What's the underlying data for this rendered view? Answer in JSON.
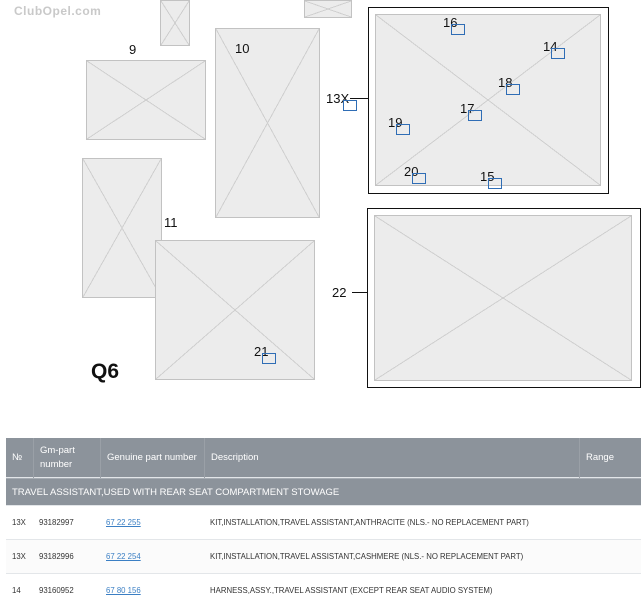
{
  "diagram": {
    "watermark": "ClubOpel.com",
    "model_code": "Q6",
    "callouts": {
      "c9": "9",
      "c10": "10",
      "c11": "11",
      "c13x": "13X",
      "c14": "14",
      "c15": "15",
      "c16": "16",
      "c17": "17",
      "c18": "18",
      "c19": "19",
      "c20": "20",
      "c21": "21",
      "c22": "22"
    }
  },
  "table": {
    "headers": {
      "no": "№",
      "gm_part": "Gm-part number",
      "genuine": "Genuine part number",
      "description": "Description",
      "range": "Range"
    },
    "section": "TRAVEL ASSISTANT,USED WITH REAR SEAT COMPARTMENT STOWAGE",
    "rows": [
      {
        "no": "13X",
        "gm_part": "93182997",
        "genuine": "67 22 255",
        "description": "KIT,INSTALLATION,TRAVEL ASSISTANT,ANTHRACITE (NLS.- NO REPLACEMENT PART)",
        "range": ""
      },
      {
        "no": "13X",
        "gm_part": "93182996",
        "genuine": "67 22 254",
        "description": "KIT,INSTALLATION,TRAVEL ASSISTANT,CASHMERE (NLS.- NO REPLACEMENT PART)",
        "range": ""
      },
      {
        "no": "14",
        "gm_part": "93160952",
        "genuine": "67 80 156",
        "description": "HARNESS,ASSY.,TRAVEL ASSISTANT (EXCEPT REAR SEAT AUDIO SYSTEM)",
        "range": ""
      }
    ]
  }
}
